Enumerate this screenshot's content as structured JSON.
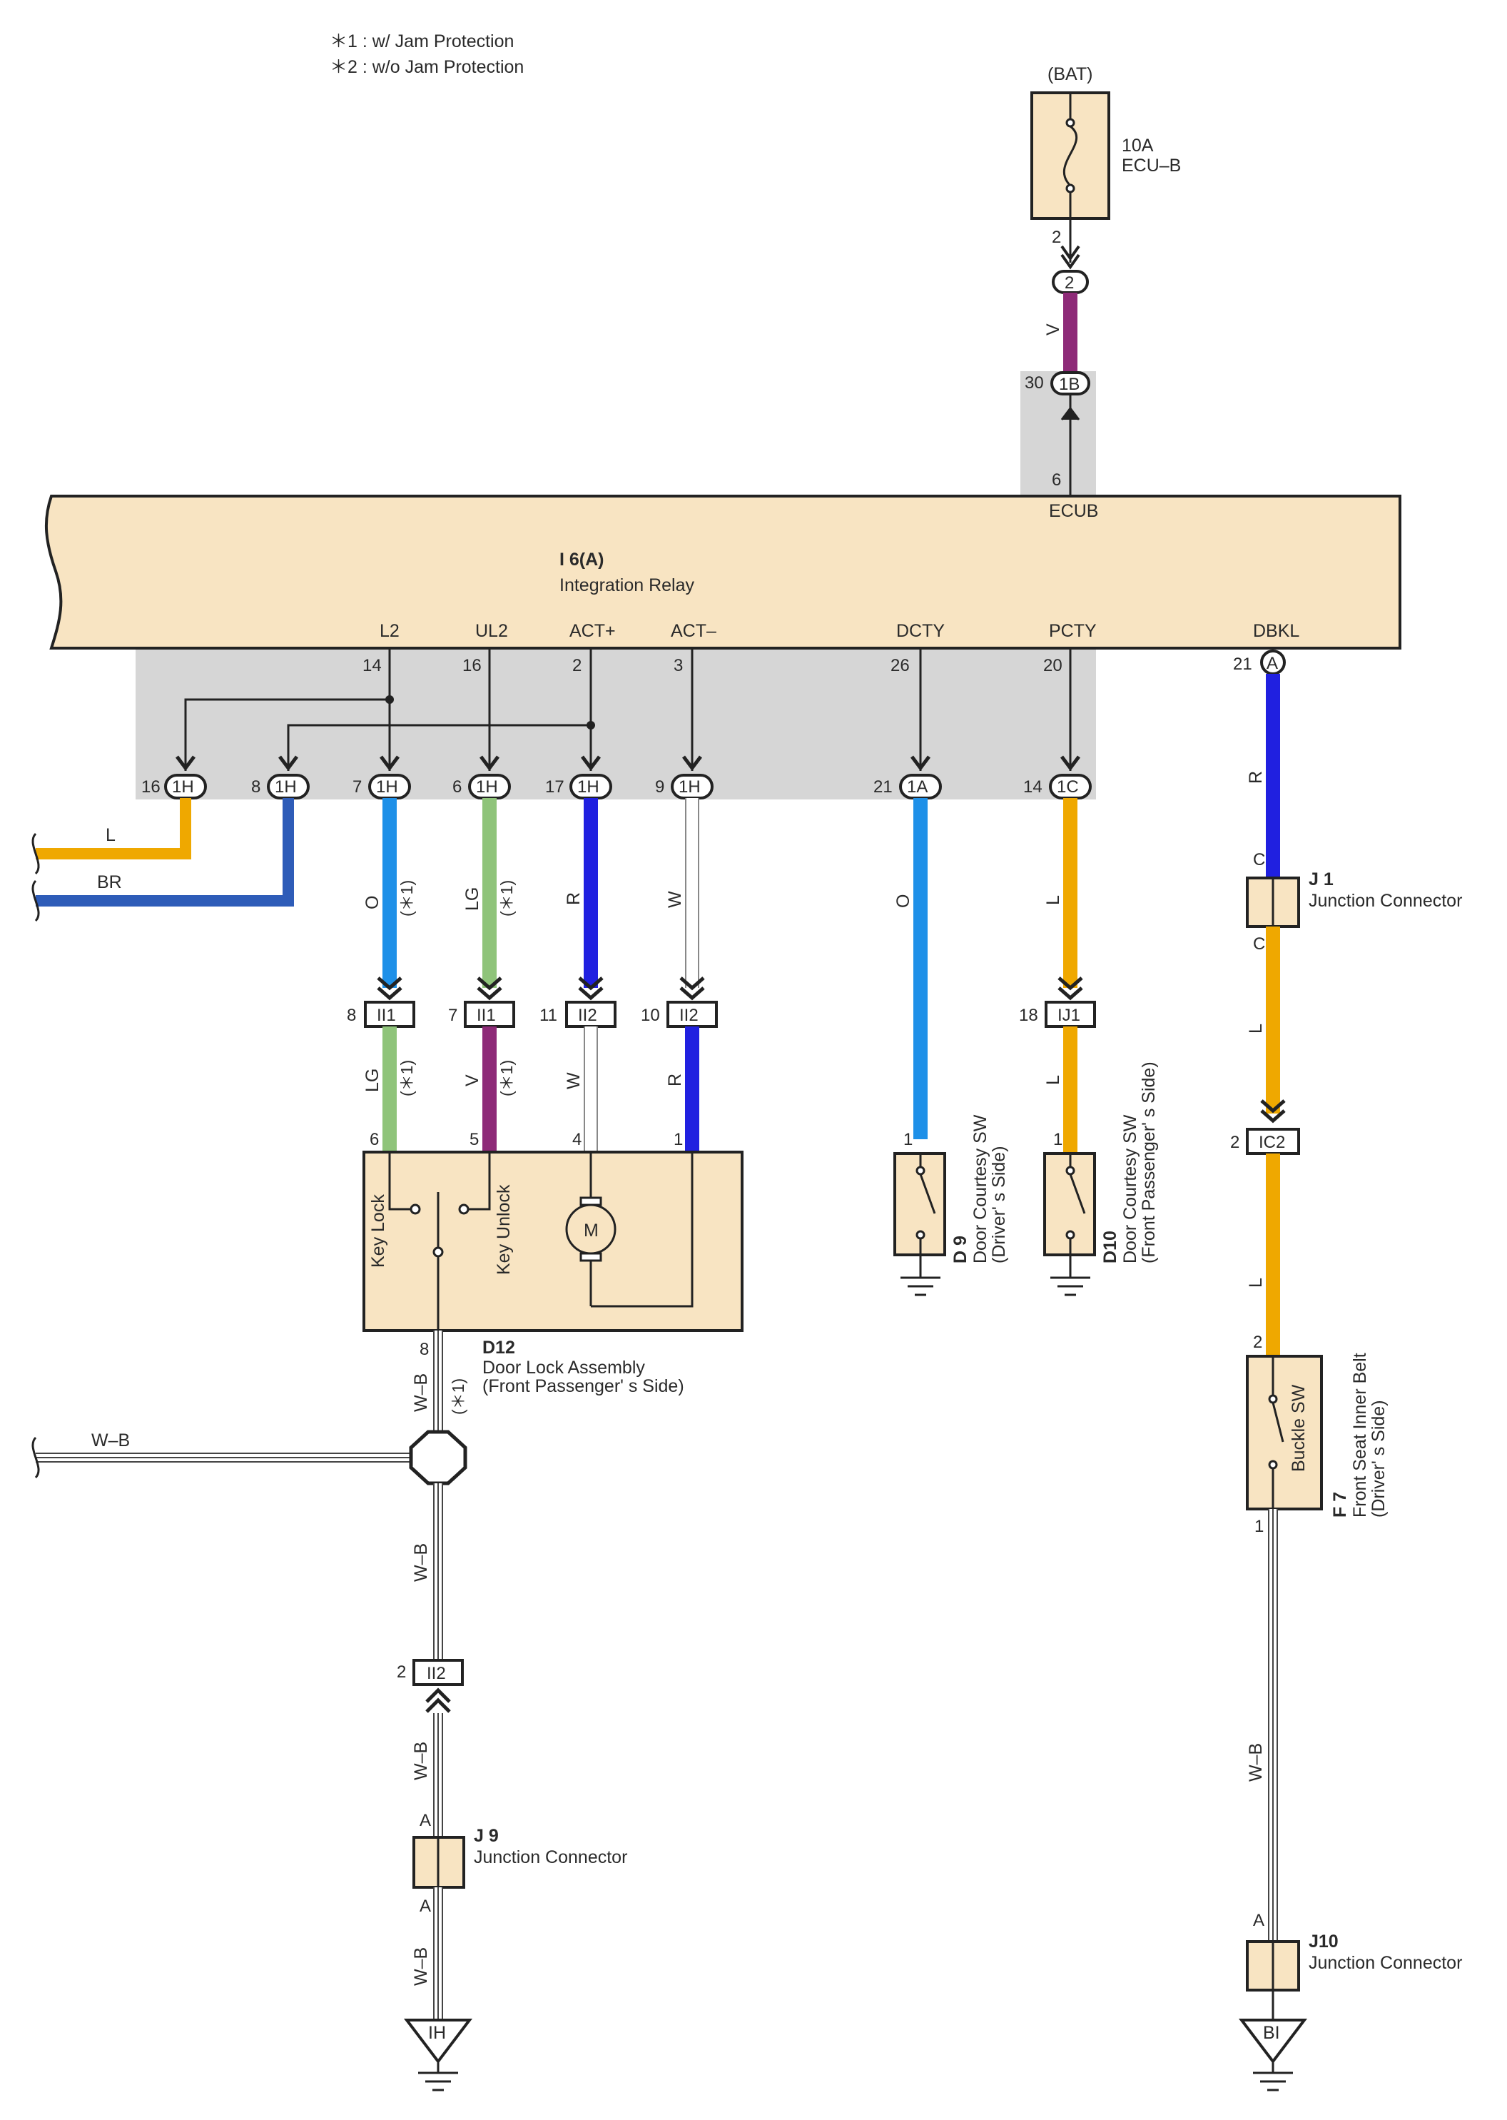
{
  "notes": [
    "＊1 : w/ Jam Protection",
    "＊2 : w/o Jam Protection"
  ],
  "colors": {
    "relay_fill": "#f8e4c2",
    "harness_gray": "#d6d6d6",
    "L_orange": "#efa800",
    "BR_blue": "#2e5cb8",
    "O_skyblue": "#1e90e8",
    "LG_green": "#8fc47a",
    "R_blue": "#2020e0",
    "V_purple": "#8e2a78",
    "W_white": "#ffffff",
    "WB_white_black": "#ffffff"
  },
  "fuse": {
    "source": "(BAT)",
    "rating": "10A",
    "name": "ECU–B",
    "pin": "2",
    "conn": "2"
  },
  "ecub": {
    "wire": "V",
    "conn": "1B",
    "conn_pin": "30",
    "pin": "6",
    "label": "ECUB"
  },
  "relay": {
    "code": "I 6(A)",
    "name": "Integration Relay"
  },
  "relay_terminals": [
    {
      "name": "L2",
      "pin": "14"
    },
    {
      "name": "UL2",
      "pin": "16"
    },
    {
      "name": "ACT+",
      "pin": "2"
    },
    {
      "name": "ACT–",
      "pin": "3"
    },
    {
      "name": "DCTY",
      "pin": "26"
    },
    {
      "name": "PCTY",
      "pin": "20"
    },
    {
      "name": "DBKL",
      "pin": "21",
      "conn": "A"
    }
  ],
  "harness_connectors": [
    {
      "pin": "16",
      "conn": "1H"
    },
    {
      "pin": "8",
      "conn": "1H"
    },
    {
      "pin": "7",
      "conn": "1H"
    },
    {
      "pin": "6",
      "conn": "1H"
    },
    {
      "pin": "17",
      "conn": "1H"
    },
    {
      "pin": "9",
      "conn": "1H"
    },
    {
      "pin": "21",
      "conn": "1A"
    },
    {
      "pin": "14",
      "conn": "1C"
    }
  ],
  "side_wires": [
    "L",
    "BR"
  ],
  "wire_labels_upper": [
    {
      "color": "O",
      "note": "(＊1)"
    },
    {
      "color": "LG",
      "note": "(＊1)"
    },
    {
      "color": "R",
      "note": ""
    },
    {
      "color": "W",
      "note": ""
    },
    {
      "color": "O",
      "note": ""
    },
    {
      "color": "L",
      "note": ""
    }
  ],
  "inline_connectors": [
    {
      "pin": "8",
      "conn": "II1"
    },
    {
      "pin": "7",
      "conn": "II1"
    },
    {
      "pin": "11",
      "conn": "II2"
    },
    {
      "pin": "10",
      "conn": "II2"
    },
    {
      "pin": "18",
      "conn": "IJ1"
    }
  ],
  "wire_labels_lower": [
    {
      "color": "LG",
      "note": "(＊1)"
    },
    {
      "color": "V",
      "note": "(＊1)"
    },
    {
      "color": "W",
      "note": ""
    },
    {
      "color": "R",
      "note": ""
    },
    {
      "color": "L",
      "note": ""
    }
  ],
  "door_lock": {
    "pins": [
      "6",
      "5",
      "4",
      "1"
    ],
    "key_lock": "Key Lock",
    "key_unlock": "Key Unlock",
    "motor": "M",
    "bottom_pin": "8",
    "code": "D12",
    "name": "Door Lock Assembly",
    "side": "(Front Passenger' s Side)",
    "out_wire": "W–B",
    "out_note": "(＊1)"
  },
  "courtesy": [
    {
      "pin": "1",
      "code": "D 9",
      "name": "Door Courtesy SW",
      "side": "(Driver' s Side)"
    },
    {
      "pin": "1",
      "code": "D10",
      "name": "Door Courtesy SW",
      "side": "(Front Passenger' s Side)"
    }
  ],
  "left_ground": {
    "side_wire": "W–B",
    "wire1": "W–B",
    "conn_pin": "2",
    "conn": "II2",
    "wire2": "W–B",
    "j9_pin_top": "A",
    "j9_code": "J 9",
    "j9_name": "Junction Connector",
    "j9_pin_bottom": "A",
    "wire3": "W–B",
    "ground": "IH"
  },
  "right_chain": {
    "wire1": "R",
    "j1_pin_top": "C",
    "j1_code": "J 1",
    "j1_name": "Junction Connector",
    "j1_pin_bottom": "C",
    "wire2": "L",
    "ic2_pin": "2",
    "ic2": "IC2",
    "wire3": "L",
    "f7_pin_top": "2",
    "buckle": "Buckle SW",
    "f7_code": "F 7",
    "f7_name": "Front Seat Inner Belt",
    "f7_side": "(Driver' s Side)",
    "f7_pin_bottom": "1",
    "wire4": "W–B",
    "j10_pin": "A",
    "j10_code": "J10",
    "j10_name": "Junction Connector",
    "ground": "BI"
  }
}
